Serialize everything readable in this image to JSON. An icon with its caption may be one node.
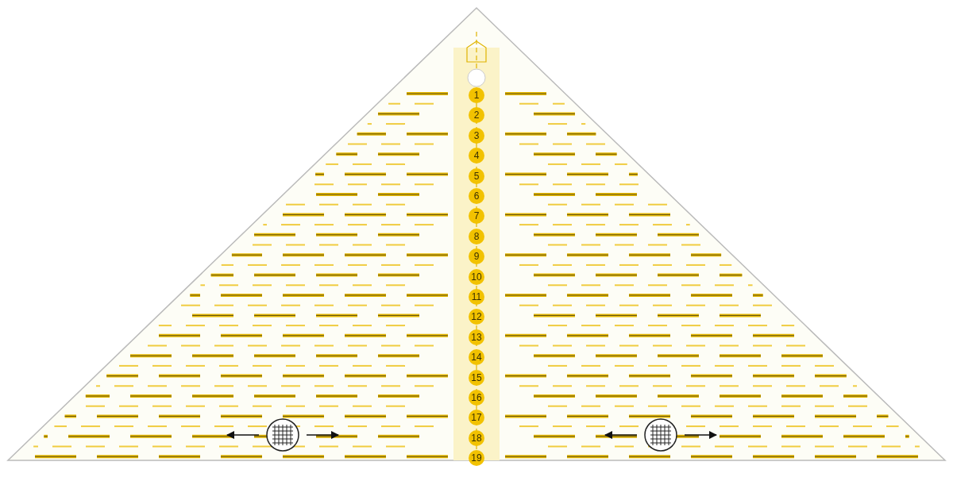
{
  "diagram": {
    "labels": [
      "1",
      "2",
      "3",
      "4",
      "5",
      "6",
      "7",
      "8",
      "9",
      "10",
      "11",
      "12",
      "13",
      "14",
      "15",
      "16",
      "17",
      "18",
      "19"
    ]
  }
}
